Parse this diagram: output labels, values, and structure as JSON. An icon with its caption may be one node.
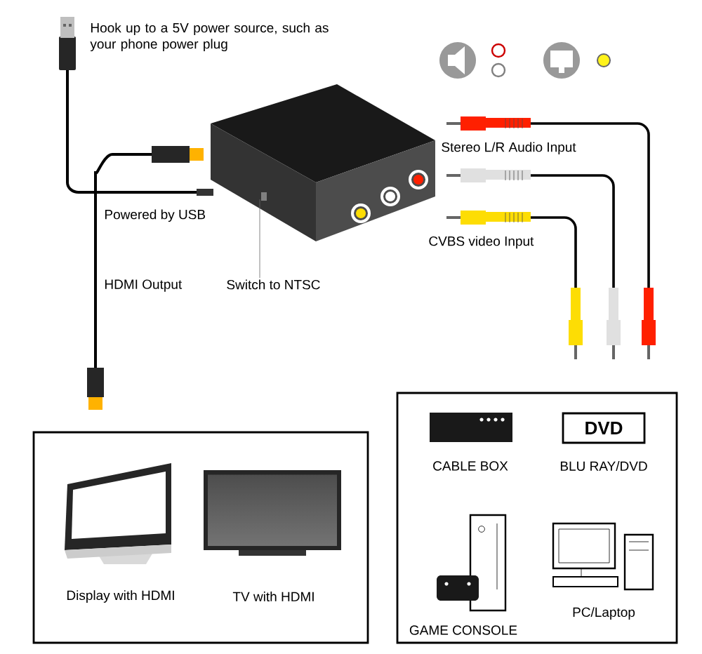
{
  "diagram": {
    "nodes": [
      {
        "text": [],
        "shape": "box"
      },
      {
        "text": [
          "Switch to NTSC"
        ]
      },
      {
        "text": [],
        "shape": "box"
      },
      {
        "text": [
          "Display with HDMI"
        ],
        "in": 2
      },
      {
        "text": [
          "TV with HDMI"
        ],
        "in": 2
      },
      {
        "text": [],
        "shape": "box"
      },
      {
        "text": [
          "CABLE BOX"
        ],
        "in": 5
      },
      {
        "text": [
          "DVD",
          "BLU RAY/DVD"
        ],
        "in": 5
      },
      {
        "text": [
          "GAME CONSOLE"
        ],
        "in": 5
      },
      {
        "text": [
          "PC/Laptop"
        ],
        "in": 5
      }
    ],
    "edges": [
      {
        "from": 1,
        "to": 0,
        "arrow": "none"
      }
    ],
    "labels": [
      "Hook up to a 5V power source, such as your phone power plug",
      "Powered by USB",
      "HDMI Output",
      "Stereo L/R Audio Input",
      "CVBS video Input"
    ]
  }
}
